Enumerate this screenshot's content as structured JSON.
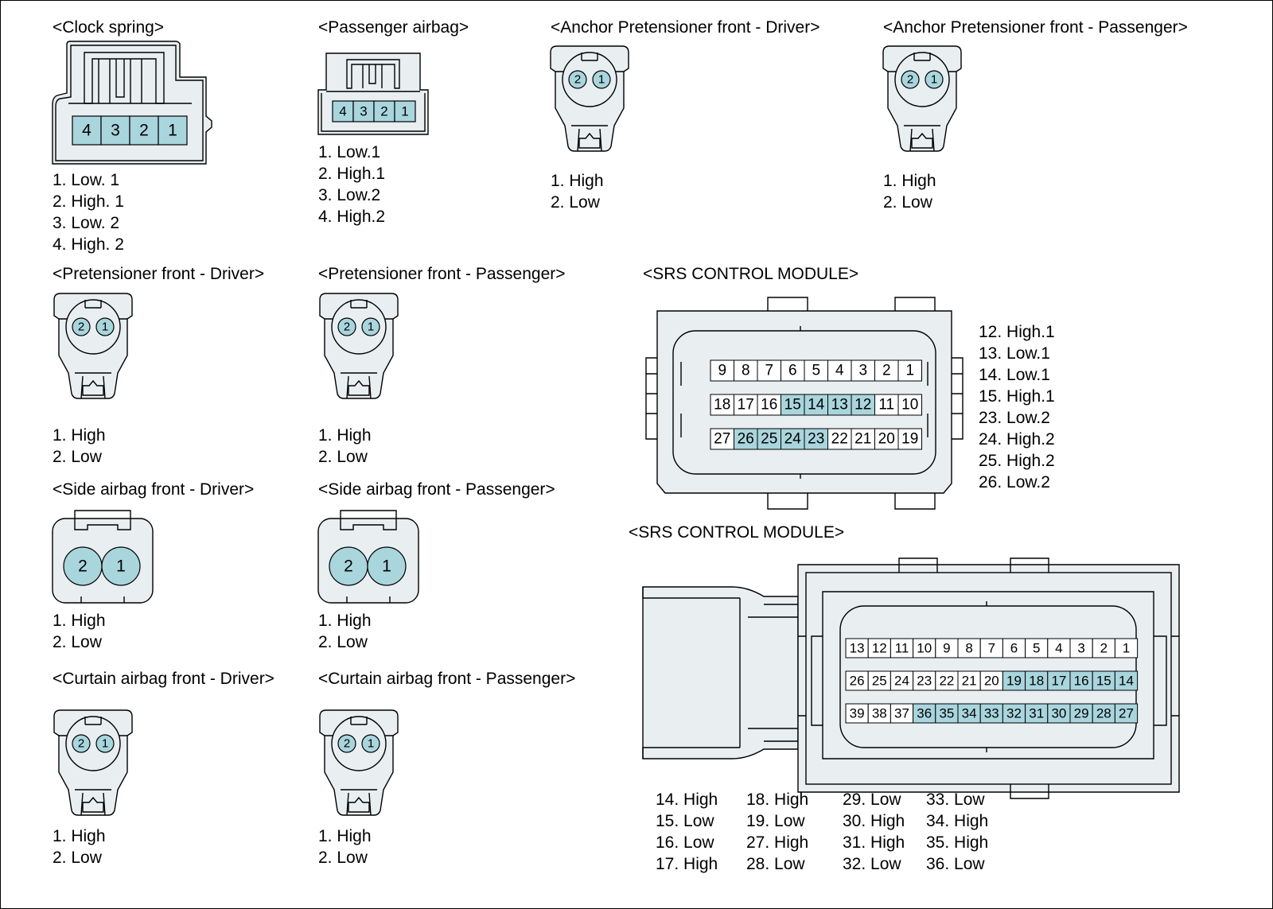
{
  "colors": {
    "pin_fill": "#a9d5dd",
    "body_fill": "#e9eef1",
    "line": "#000000"
  },
  "connectors": {
    "clock_spring": {
      "title": "<Clock spring>",
      "pins": [
        "4",
        "3",
        "2",
        "1"
      ],
      "legend": [
        "1. Low. 1",
        "2. High. 1",
        "3. Low. 2",
        "4. High. 2"
      ]
    },
    "passenger_airbag": {
      "title": "<Passenger airbag>",
      "pins": [
        "4",
        "3",
        "2",
        "1"
      ],
      "legend": [
        "1. Low.1",
        "2. High.1",
        "3. Low.2",
        "4. High.2"
      ]
    },
    "anchor_driver": {
      "title": "<Anchor Pretensioner front - Driver>",
      "pins": [
        "2",
        "1"
      ],
      "legend": [
        "1. High",
        "2. Low"
      ]
    },
    "anchor_passenger": {
      "title": "<Anchor Pretensioner front - Passenger>",
      "pins": [
        "2",
        "1"
      ],
      "legend": [
        "1. High",
        "2. Low"
      ]
    },
    "pret_driver": {
      "title": "<Pretensioner front - Driver>",
      "pins": [
        "2",
        "1"
      ],
      "legend": [
        "1. High",
        "2. Low"
      ]
    },
    "pret_passenger": {
      "title": "<Pretensioner front - Passenger>",
      "pins": [
        "2",
        "1"
      ],
      "legend": [
        "1. High",
        "2. Low"
      ]
    },
    "side_driver": {
      "title": "<Side airbag front - Driver>",
      "pins": [
        "2",
        "1"
      ],
      "legend": [
        "1. High",
        "2. Low"
      ]
    },
    "side_passenger": {
      "title": "<Side airbag front - Passenger>",
      "pins": [
        "2",
        "1"
      ],
      "legend": [
        "1. High",
        "2. Low"
      ]
    },
    "curtain_driver": {
      "title": "<Curtain airbag front - Driver>",
      "pins": [
        "2",
        "1"
      ],
      "legend": [
        "1. High",
        "2. Low"
      ]
    },
    "curtain_passenger": {
      "title": "<Curtain airbag front - Passenger>",
      "pins": [
        "2",
        "1"
      ],
      "legend": [
        "1. High",
        "2. Low"
      ]
    },
    "srs1": {
      "title": "<SRS CONTROL MODULE>",
      "rows": [
        [
          "9",
          "8",
          "7",
          "6",
          "5",
          "4",
          "3",
          "2",
          "1"
        ],
        [
          "18",
          "17",
          "16",
          "15",
          "14",
          "13",
          "12",
          "11",
          "10"
        ],
        [
          "27",
          "26",
          "25",
          "24",
          "23",
          "22",
          "21",
          "20",
          "19"
        ]
      ],
      "highlighted": [
        "12",
        "13",
        "14",
        "15",
        "23",
        "24",
        "25",
        "26"
      ],
      "legend": [
        "12. High.1",
        "13. Low.1",
        "14. Low.1",
        "15. High.1",
        "23. Low.2",
        "24. High.2",
        "25. High.2",
        "26. Low.2"
      ]
    },
    "srs2": {
      "title": "<SRS CONTROL MODULE>",
      "rows": [
        [
          "13",
          "12",
          "11",
          "10",
          "9",
          "8",
          "7",
          "6",
          "5",
          "4",
          "3",
          "2",
          "1"
        ],
        [
          "26",
          "25",
          "24",
          "23",
          "22",
          "21",
          "20",
          "19",
          "18",
          "17",
          "16",
          "15",
          "14"
        ],
        [
          "39",
          "38",
          "37",
          "36",
          "35",
          "34",
          "33",
          "32",
          "31",
          "30",
          "29",
          "28",
          "27"
        ]
      ],
      "highlighted": [
        "14",
        "15",
        "16",
        "17",
        "18",
        "19",
        "27",
        "28",
        "29",
        "30",
        "31",
        "32",
        "33",
        "34",
        "35",
        "36"
      ],
      "legend_cols": [
        [
          "14. High",
          "15. Low",
          "16. Low",
          "17. High"
        ],
        [
          "18. High",
          "19. Low",
          "27. High",
          "28. Low"
        ],
        [
          "29. Low",
          "30. High",
          "31. High",
          "32. Low"
        ],
        [
          "33. Low",
          "34. High",
          "35. High",
          "36. Low"
        ]
      ]
    }
  }
}
